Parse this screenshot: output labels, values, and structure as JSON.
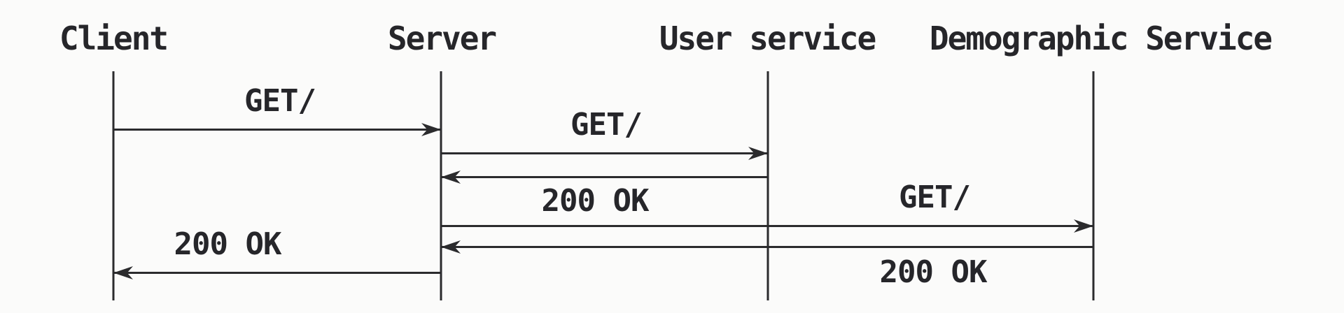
{
  "diagram": {
    "type": "sequence-diagram",
    "background_color": "#fbfbfa",
    "line_color": "#2b2b2d",
    "text_color": "#26262a",
    "actors": [
      {
        "name": "Client"
      },
      {
        "name": "Server"
      },
      {
        "name": "User service"
      },
      {
        "name": "Demographic Service"
      }
    ],
    "messages": [
      {
        "from": "Client",
        "to": "Server",
        "label": "GET/",
        "direction": "right"
      },
      {
        "from": "Server",
        "to": "User service",
        "label": "GET/",
        "direction": "right"
      },
      {
        "from": "User service",
        "to": "Server",
        "label": "200 OK",
        "direction": "left"
      },
      {
        "from": "Server",
        "to": "Demographic Service",
        "label": "GET/",
        "direction": "right"
      },
      {
        "from": "Demographic Service",
        "to": "Server",
        "label": "200 OK",
        "direction": "left"
      },
      {
        "from": "Server",
        "to": "Client",
        "label": "200 OK",
        "direction": "left"
      }
    ]
  }
}
